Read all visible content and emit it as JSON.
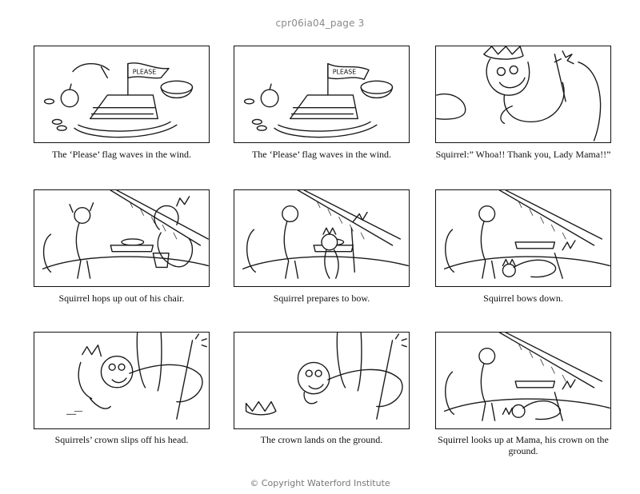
{
  "page": {
    "title": "cpr06ia04_page 3",
    "footer": "© Copyright Waterford Institute"
  },
  "panels": [
    {
      "caption": "The ‘Please’ flag waves in the wind.",
      "flag_text": "PLEASE"
    },
    {
      "caption": "The ‘Please’ flag waves in the wind.",
      "flag_text": "PLEASE"
    },
    {
      "caption": "Squirrel:” Whoa!! Thank you, Lady Mama!!”"
    },
    {
      "caption": "Squirrel hops up out of his chair."
    },
    {
      "caption": "Squirrel prepares to bow."
    },
    {
      "caption": "Squirrel bows down."
    },
    {
      "caption": "Squirrels’ crown slips off his head."
    },
    {
      "caption": "The crown lands on the ground."
    },
    {
      "caption": "Squirrel looks up at Mama, his crown on the ground."
    }
  ]
}
